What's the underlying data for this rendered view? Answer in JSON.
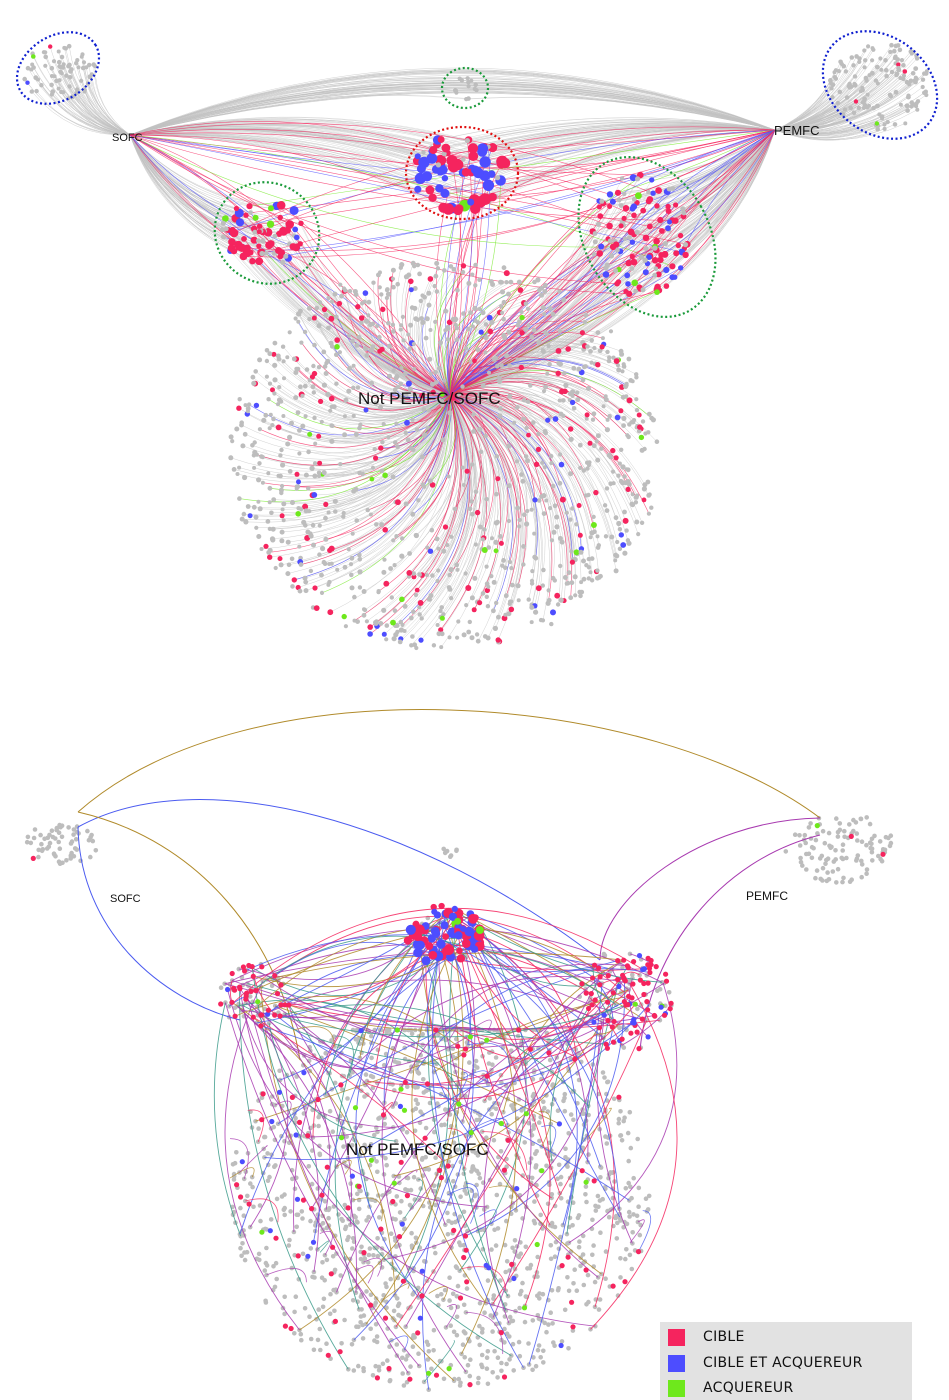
{
  "colors": {
    "cible": "#f5245e",
    "cible_acquereur": "#4d4dff",
    "acquereur": "#6ee81c",
    "node_gray": "#bdbdbd",
    "edge_gray": "#c2c2c2",
    "edge_brown": "#b08a2a",
    "edge_purple": "#a83ab0",
    "edge_blue": "#4b5bf0",
    "edge_teal": "#3a9a8a",
    "ellipse_blue": "#1020d0",
    "ellipse_green": "#1a9a3a",
    "ellipse_red": "#e01010",
    "legend_bg": "#e2e2e2"
  },
  "top_network": {
    "labels": {
      "sofc": "SOFC",
      "pemfc": "PEMFC",
      "not_pemfc_sofc": "Not PEMFC/SOFC"
    },
    "annotations": [
      "blue-dotted-ellipse-sofc",
      "blue-dotted-ellipse-pemfc",
      "green-dotted-ellipse-small",
      "red-dotted-ellipse-center",
      "green-dotted-ellipse-left",
      "green-dotted-ellipse-right"
    ]
  },
  "bottom_network": {
    "labels": {
      "sofc": "SOFC",
      "pemfc": "PEMFC",
      "not_pemfc_sofc": "Not PEMFC/SOFC"
    }
  },
  "legend": {
    "items": [
      {
        "label": "CIBLE",
        "color": "#f5245e"
      },
      {
        "label": "CIBLE ET ACQUEREUR",
        "color": "#4d4dff"
      },
      {
        "label": "ACQUEREUR",
        "color": "#6ee81c"
      }
    ]
  }
}
